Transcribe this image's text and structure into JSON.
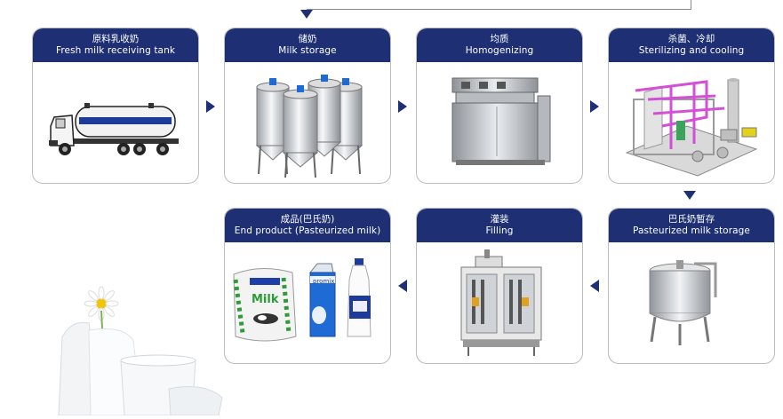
{
  "stages": [
    {
      "zh": "原料乳收奶",
      "en": "Fresh milk receiving tank",
      "icon": "milk-tanker-truck-image"
    },
    {
      "zh": "储奶",
      "en": "Milk storage",
      "icon": "storage-tanks-image"
    },
    {
      "zh": "均质",
      "en": "Homogenizing",
      "icon": "homogenizer-machine-image"
    },
    {
      "zh": "杀菌、冷却",
      "en": "Sterilizing and cooling",
      "icon": "sterilizer-unit-image"
    },
    {
      "zh": "巴氏奶暂存",
      "en": "Pasteurized milk storage",
      "icon": "pasteurized-storage-tank-image"
    },
    {
      "zh": "灌装",
      "en": "Filling",
      "icon": "filling-machine-image"
    },
    {
      "zh": "成品(巴氏奶)",
      "en": "End product (Pasteurized milk)",
      "icon": "milk-products-image"
    }
  ],
  "product_labels": {
    "bag": "Milk",
    "carton": "promix"
  },
  "colors": {
    "header": "#1e2f73",
    "arrow": "#1e2f73",
    "border": "#bdbdbd"
  }
}
